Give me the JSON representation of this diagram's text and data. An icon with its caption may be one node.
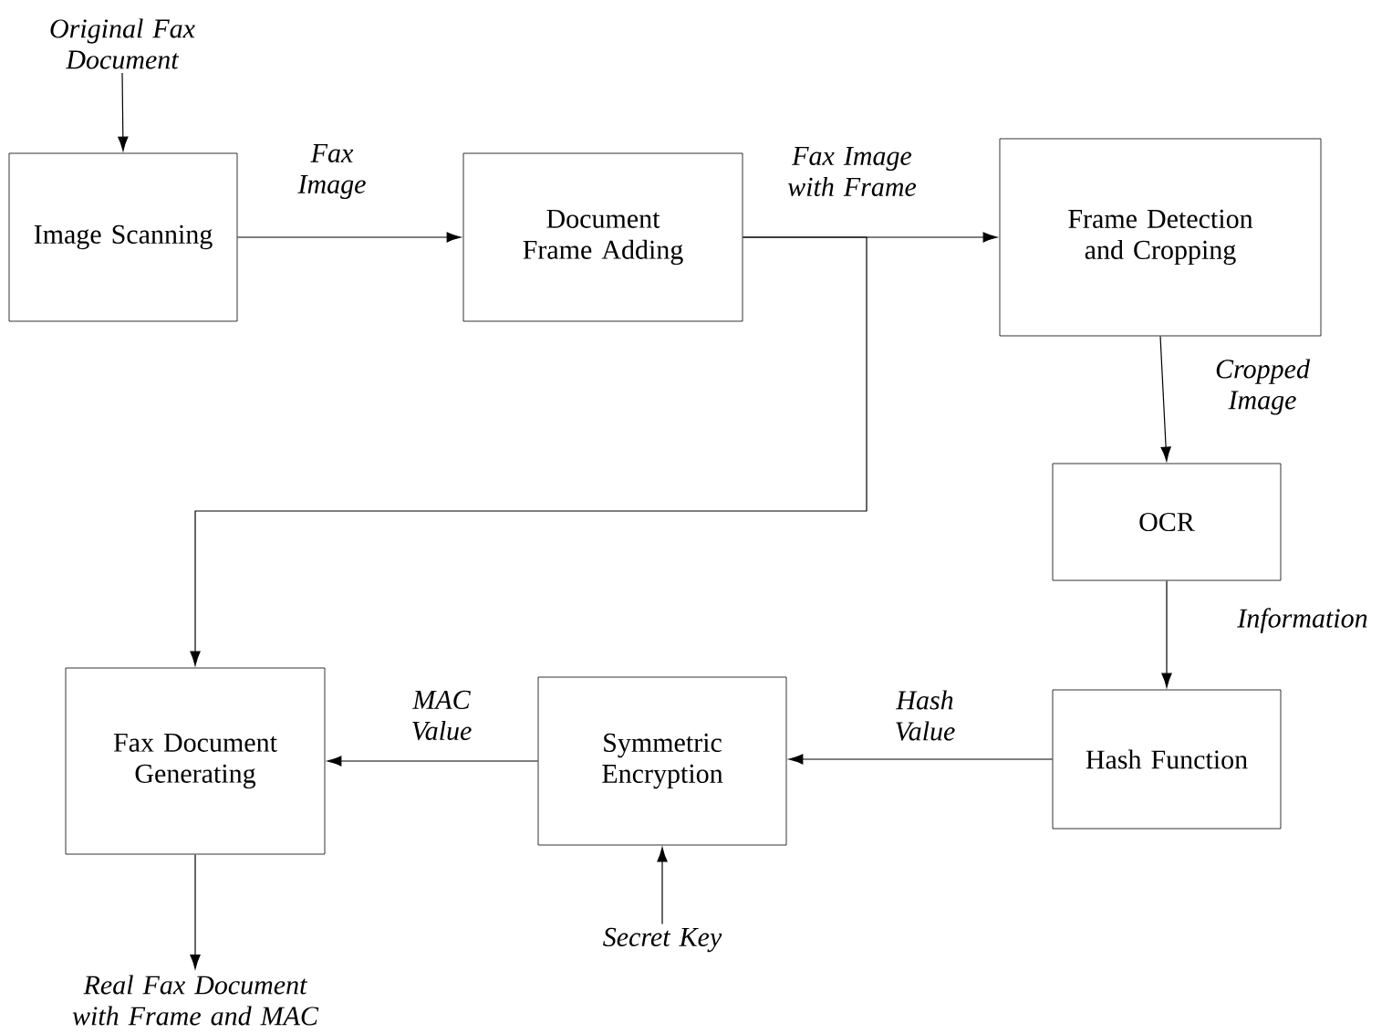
{
  "diagram": {
    "nodes": [
      {
        "text": [
          "Original Fax Document"
        ]
      },
      {
        "text": [
          "Image Scanning"
        ]
      },
      {
        "text": [
          "Document Frame Adding"
        ]
      },
      {
        "text": [
          "Frame Detection and Cropping"
        ]
      },
      {
        "text": [
          "OCR"
        ]
      },
      {
        "text": [
          "Hash Function"
        ]
      },
      {
        "text": [
          "Symmetric Encryption"
        ]
      },
      {
        "text": [
          "Secret Key"
        ]
      },
      {
        "text": [
          "Fax Document Generating"
        ]
      },
      {
        "text": [
          "Real Fax Document with Frame and MAC"
        ]
      }
    ],
    "edges": [
      {
        "from": 0,
        "to": 1,
        "arrow": "to"
      },
      {
        "from": 1,
        "to": 2,
        "arrow": "to",
        "label": "Fax Image"
      },
      {
        "from": 2,
        "to": 3,
        "arrow": "to",
        "label": "Fax Image with Frame"
      },
      {
        "from": 2,
        "to": 8,
        "arrow": "to"
      },
      {
        "from": 3,
        "to": 4,
        "arrow": "to",
        "label": "Cropped Image"
      },
      {
        "from": 4,
        "to": 5,
        "arrow": "to",
        "label": "Information"
      },
      {
        "from": 5,
        "to": 6,
        "arrow": "to",
        "label": "Hash Value"
      },
      {
        "from": 7,
        "to": 6,
        "arrow": "to"
      },
      {
        "from": 6,
        "to": 8,
        "arrow": "to",
        "label": "MAC Value"
      },
      {
        "from": 8,
        "to": 9,
        "arrow": "to"
      }
    ]
  }
}
